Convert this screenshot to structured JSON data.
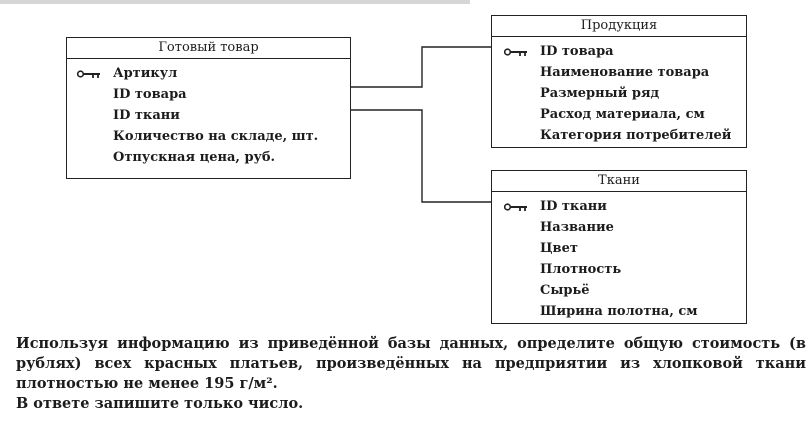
{
  "tables": {
    "goods": {
      "title": "Готовый товар",
      "fields": [
        "Артикул",
        "ID товара",
        "ID ткани",
        "Количество на складе, шт.",
        "Отпускная цена, руб."
      ]
    },
    "products": {
      "title": "Продукция",
      "fields": [
        "ID товара",
        "Наименование товара",
        "Размерный ряд",
        "Расход материала, см",
        "Категория потребителей"
      ]
    },
    "fabric": {
      "title": "Ткани",
      "fields": [
        "ID ткани",
        "Название",
        "Цвет",
        "Плотность",
        "Сырьё",
        "Ширина полотна, см"
      ]
    }
  },
  "task": {
    "question": "Используя информацию из приведённой базы данных, определите общую стоимость (в рублях) всех красных платьев, произведённых на предприятии из хлопковой ткани плотностью не менее 195 г/м².",
    "instruction": "В ответе запишите только число."
  },
  "colors": {
    "line": "#222222",
    "text": "#1c1c1c"
  },
  "icons": {
    "primary_key": "key-icon"
  }
}
